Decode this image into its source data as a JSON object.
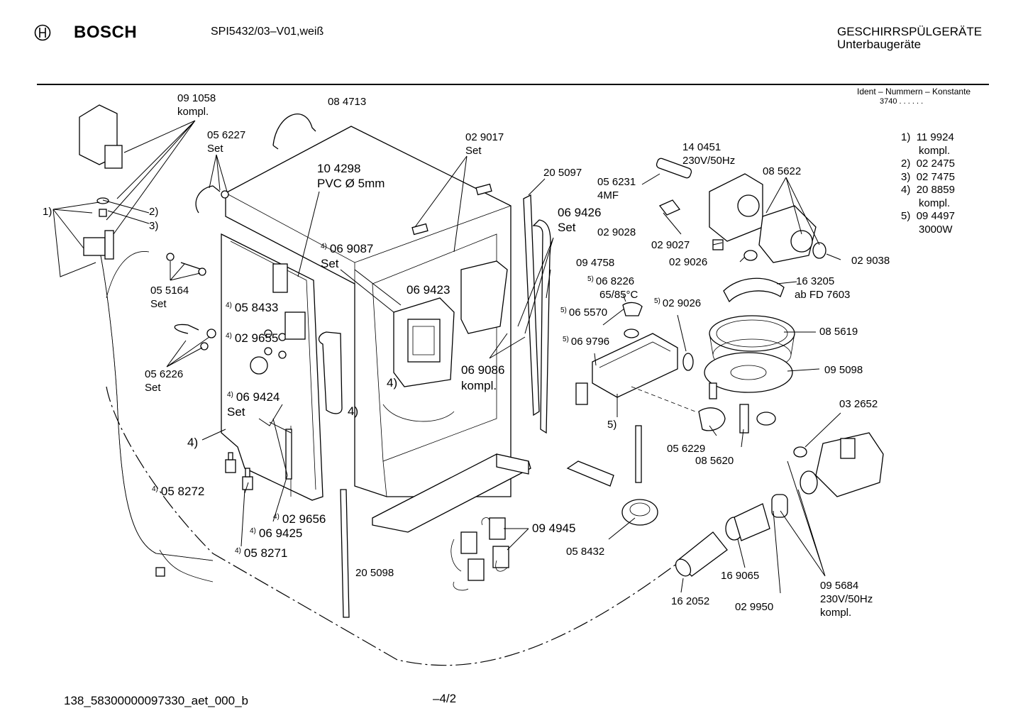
{
  "header": {
    "brand": "BOSCH",
    "model": "SPI5432/03–V01,weiß",
    "category": "GESCHIRRSPÜLGERÄTE",
    "subcategory": "Unterbaugeräte",
    "ident_label": "Ident – Nummern – Konstante",
    "ident_value": "3740  .  .  .  .  .  ."
  },
  "legend": [
    {
      "num": "1)",
      "code": "11 9924",
      "extra": "kompl."
    },
    {
      "num": "2)",
      "code": "02 2475",
      "extra": ""
    },
    {
      "num": "3)",
      "code": "02 7475",
      "extra": ""
    },
    {
      "num": "4)",
      "code": "20 8859",
      "extra": "kompl."
    },
    {
      "num": "5)",
      "code": "09 4497",
      "extra": "3000W"
    }
  ],
  "labels": {
    "l091058": "09 1058",
    "kompl": "kompl.",
    "l084713": "08 4713",
    "l056227": "05 6227",
    "set": "Set",
    "l104298": "10 4298",
    "pvc": "PVC Ø 5mm",
    "l029017": "02 9017",
    "l205097": "20 5097",
    "l140451": "14 0451",
    "v230": "230V/50Hz",
    "l056231": "05 6231",
    "mf4": "4MF",
    "l085622": "08 5622",
    "l069426": "06 9426",
    "l029028": "02 9028",
    "l029027": "02 9027",
    "l029026": "02 9026",
    "l029038": "02 9038",
    "l094758": "09 4758",
    "l068226": "06 8226",
    "temp": "65/85°C",
    "l065570": "06 5570",
    "l163205": "16 3205",
    "abfd": "ab FD 7603",
    "l069796": "06 9796",
    "l085619": "08 5619",
    "l095098": "09 5098",
    "l032652": "03 2652",
    "l056229": "05 6229",
    "l085620": "08 5620",
    "l069087": "06 9087",
    "l069423": "06 9423",
    "l069086": "06 9086",
    "l058433": "05 8433",
    "l029655": "02 9655",
    "l055164": "05 5164",
    "l056226": "05 6226",
    "l069424": "06 9424",
    "l058272": "05 8272",
    "l029656": "02 9656",
    "l069425": "06 9425",
    "l058271": "05 8271",
    "l094945": "09 4945",
    "l058432": "05 8432",
    "l205098": "20 5098",
    "l162052": "16 2052",
    "l169065": "16 9065",
    "l029950": "02 9950",
    "l095684": "09 5684",
    "n1": "1)",
    "n2": "2)",
    "n3": "3)",
    "n4": "4)",
    "n5": "5)"
  },
  "footer": {
    "doc_id": "138_58300000097330_aet_000_b",
    "page": "–4/2"
  }
}
